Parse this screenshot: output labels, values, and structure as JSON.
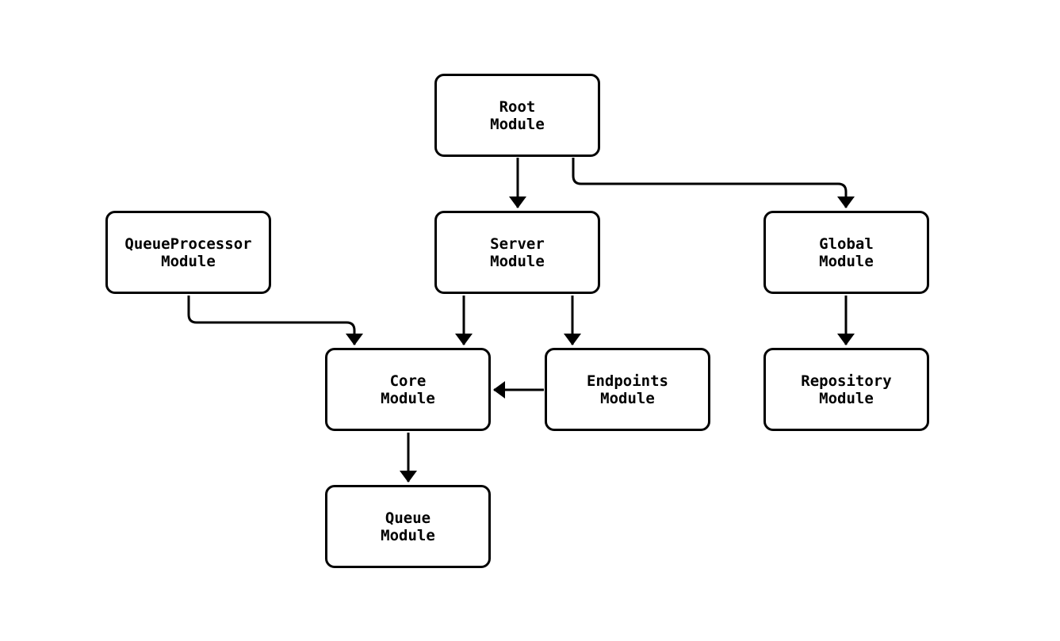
{
  "diagram": {
    "type": "module-dependency-flowchart",
    "background_color": "#ffffff",
    "node_fill_color": "#ffffff",
    "node_border_color": "#000000",
    "edge_color": "#000000",
    "nodes": {
      "root": {
        "label": "Root\nModule"
      },
      "queueprocessor": {
        "label": "QueueProcessor\nModule"
      },
      "server": {
        "label": "Server\nModule"
      },
      "global": {
        "label": "Global\nModule"
      },
      "core": {
        "label": "Core\nModule"
      },
      "endpoints": {
        "label": "Endpoints\nModule"
      },
      "repository": {
        "label": "Repository\nModule"
      },
      "queue": {
        "label": "Queue\nModule"
      }
    },
    "edges": [
      {
        "from": "Root Module",
        "to": "Server Module",
        "style": "solid-arrow"
      },
      {
        "from": "Root Module",
        "to": "Global Module",
        "style": "solid-arrow"
      },
      {
        "from": "QueueProcessor Module",
        "to": "Core Module",
        "style": "solid-arrow"
      },
      {
        "from": "Server Module",
        "to": "Core Module",
        "style": "solid-arrow"
      },
      {
        "from": "Server Module",
        "to": "Endpoints Module",
        "style": "solid-arrow"
      },
      {
        "from": "Endpoints Module",
        "to": "Core Module",
        "style": "solid-arrow"
      },
      {
        "from": "Global Module",
        "to": "Repository Module",
        "style": "solid-arrow"
      },
      {
        "from": "Core Module",
        "to": "Queue Module",
        "style": "solid-arrow"
      }
    ]
  }
}
